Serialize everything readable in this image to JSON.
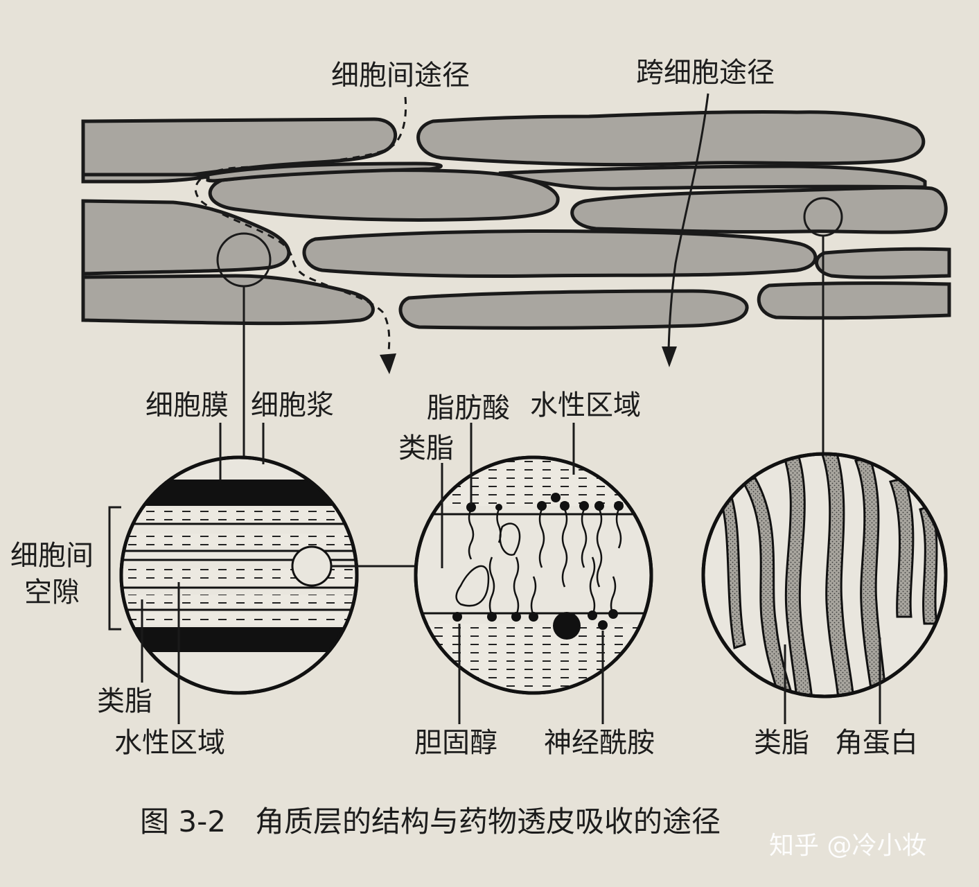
{
  "labels": {
    "intercellular_path": "细胞间途径",
    "transcellular_path": "跨细胞途径",
    "cell_membrane": "细胞膜",
    "cytoplasm": "细胞浆",
    "intercellular_space_line1": "细胞间",
    "intercellular_space_line2": "空隙",
    "lipid_left": "类脂",
    "aqueous_left": "水性区域",
    "fatty_acid": "脂肪酸",
    "aqueous_middle": "水性区域",
    "lipid_middle": "类脂",
    "cholesterol": "胆固醇",
    "ceramide": "神经酰胺",
    "lipid_right": "类脂",
    "keratin": "角蛋白"
  },
  "caption": "图 3-2　角质层的结构与药物透皮吸收的途径",
  "watermark": "知乎 @冷小妆",
  "colors": {
    "background": "#e6e2d8",
    "cell_fill": "#a9a6a0",
    "ink": "#1a1a1a"
  }
}
